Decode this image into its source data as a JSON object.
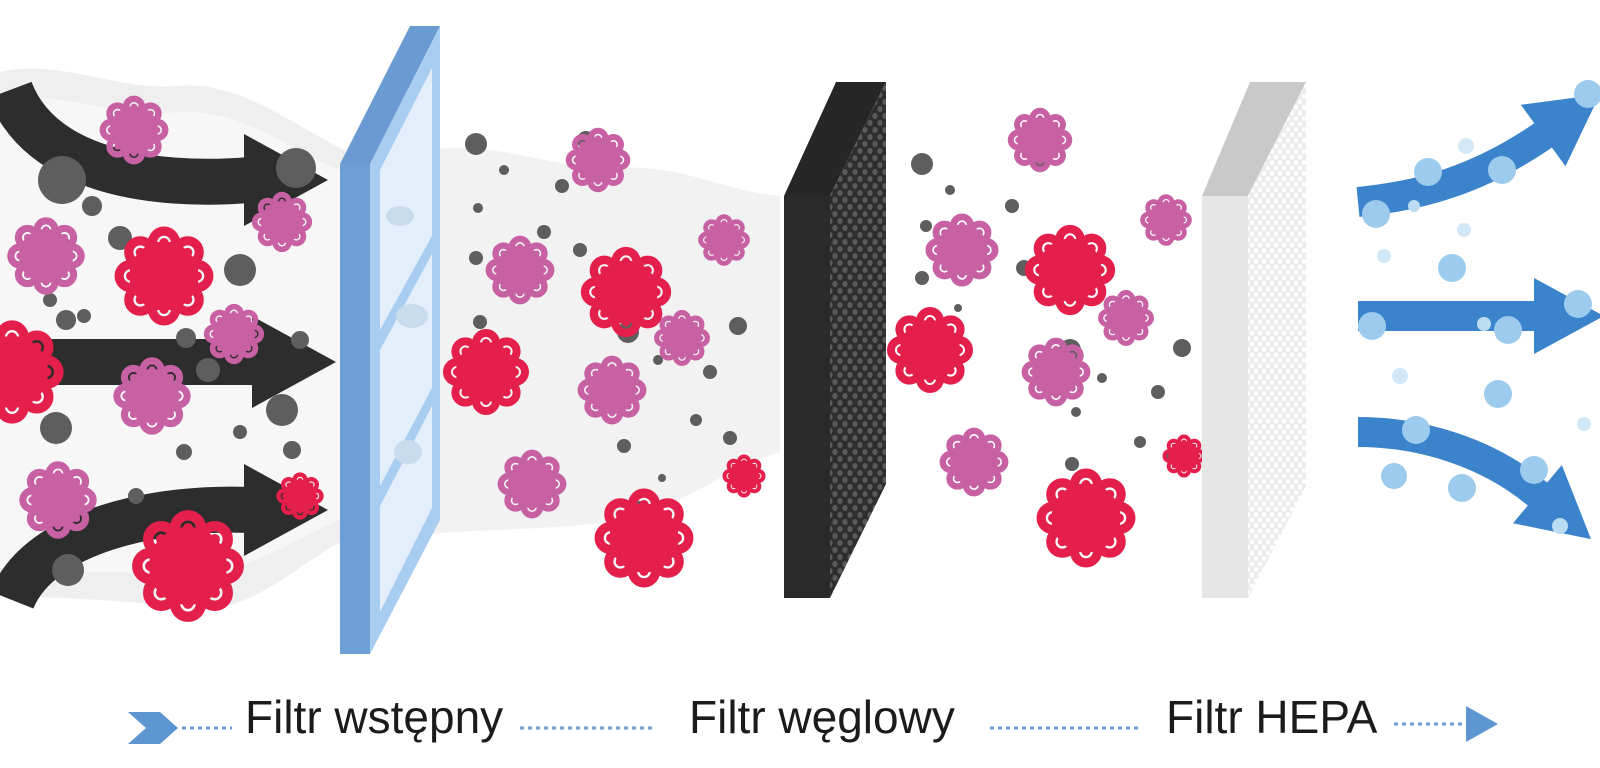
{
  "stages": [
    {
      "id": "pre",
      "label": "Filtr wstępny"
    },
    {
      "id": "carbon",
      "label": "Filtr węglowy"
    },
    {
      "id": "hepa",
      "label": "Filtr HEPA"
    }
  ],
  "colors": {
    "dirty_arrow": "#2d2d2d",
    "clean_arrow": "#3b84cc",
    "bubble": "#8cc2ea",
    "virus_red": "#e41f4b",
    "virus_pink": "#c860a4",
    "particle": "#5e5e5e",
    "smoke": "#efefef",
    "prefilter_frame": "#4a86c8",
    "prefilter_glass": "#d9e9f8",
    "carbon_filter": "#2a2a2a",
    "hepa_filter": "#dcdcdc",
    "flow_line": "#6a9fd6"
  },
  "icons": [
    "virus-icon",
    "particle-icon",
    "air-flow-arrow-icon",
    "clean-air-bubble-icon",
    "flow-chevron-icon"
  ]
}
